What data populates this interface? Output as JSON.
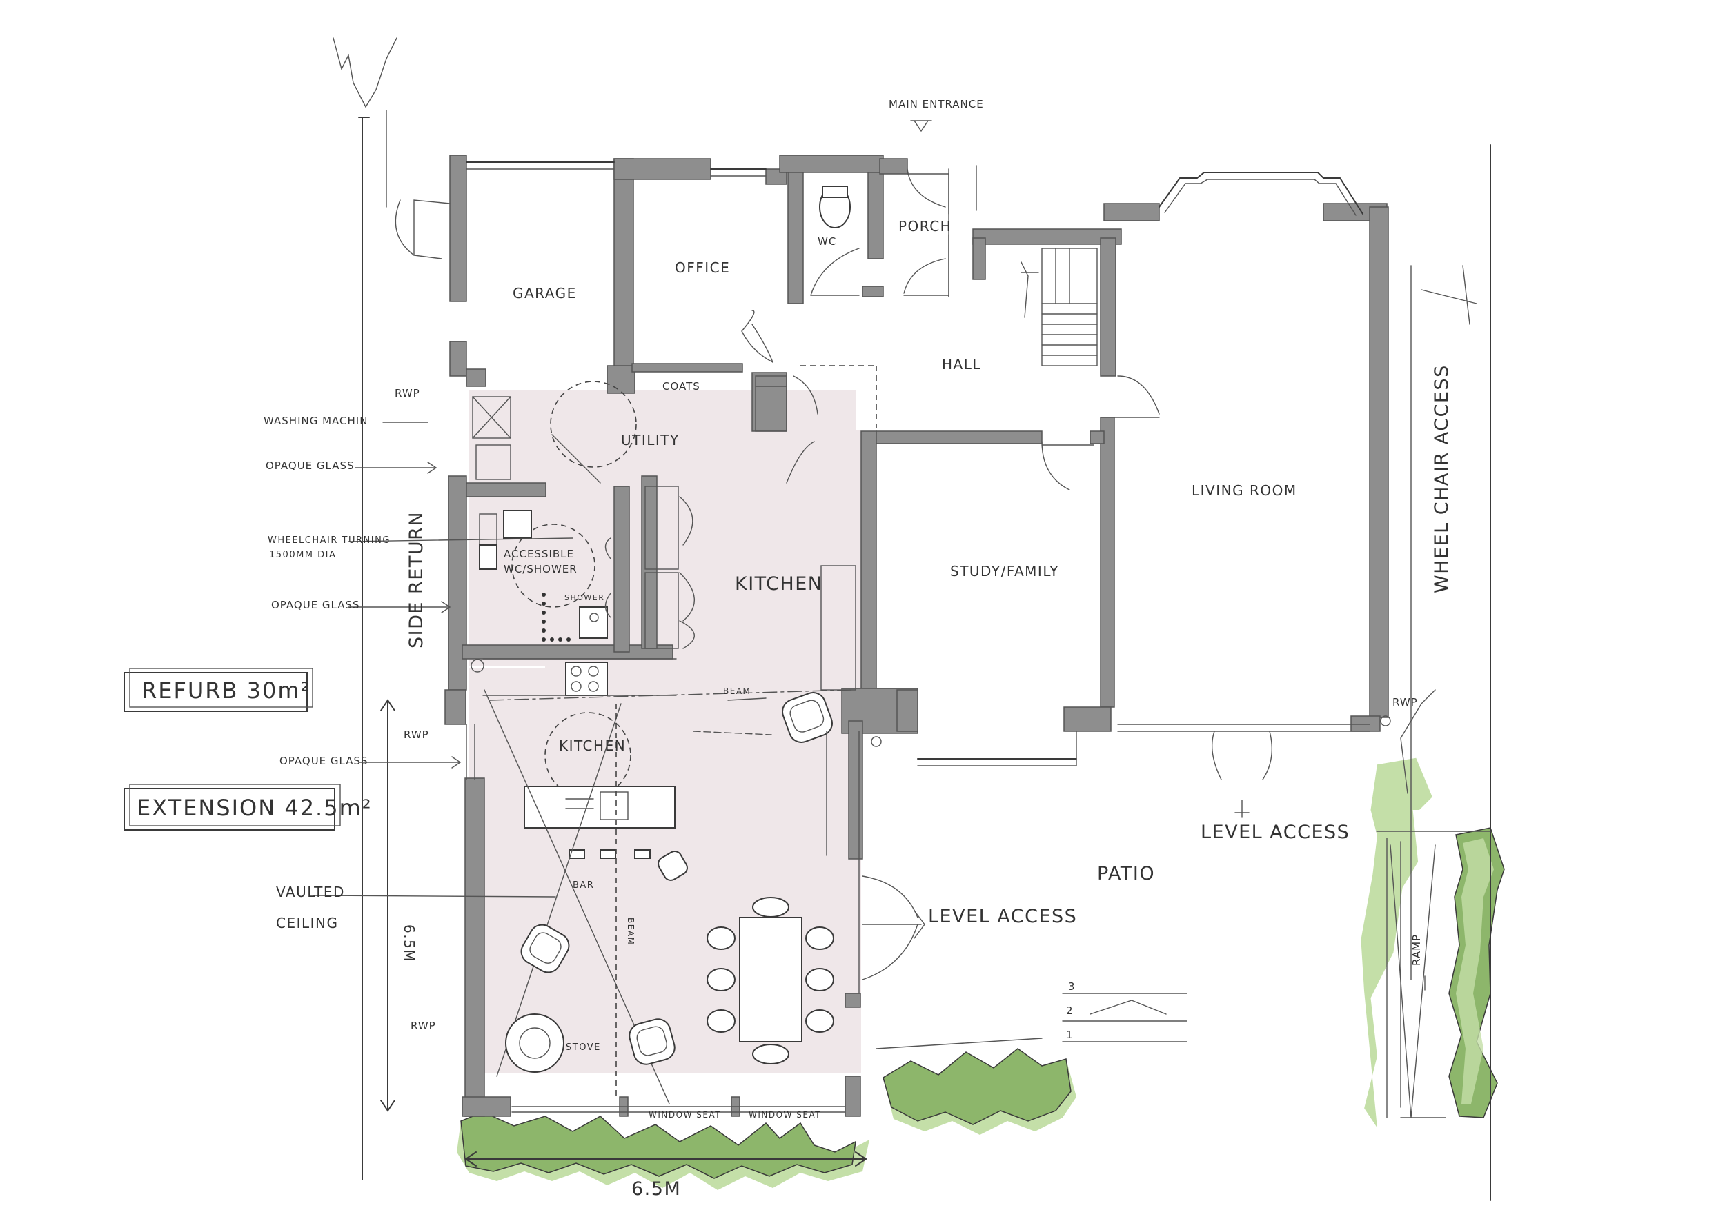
{
  "plan": {
    "accent_colors": {
      "extension_tint": "#efe7e9",
      "wall": "#8e8e8e",
      "hedge_fill": "#8db66b",
      "hedge_light": "#c4dfa8"
    },
    "rooms": {
      "garage": "GARAGE",
      "office": "OFFICE",
      "wc": "WC",
      "porch": "PORCH",
      "hall": "HALL",
      "coats": "COATS",
      "utility": "UTILITY",
      "kitchen_upper": "KITCHEN",
      "kitchen_lower": "KITCHEN",
      "accessible_wc": "ACCESSIBLE",
      "accessible_wc_2": "WC/SHOWER",
      "shower": "SHOWER",
      "study": "STUDY/FAMILY",
      "living": "LIVING ROOM",
      "patio": "PATIO"
    },
    "annotations": {
      "main_entrance": "MAIN ENTRANCE",
      "washing_machine": "WASHING MACHIN",
      "opaque_glass_1": "OPAQUE GLASS",
      "wheelchair_turning_1": "WHEELCHAIR TURNING",
      "wheelchair_turning_2": "1500MM DIA",
      "opaque_glass_2": "OPAQUE GLASS",
      "opaque_glass_3": "OPAQUE GLASS",
      "vaulted_1": "VAULTED",
      "vaulted_2": "CEILING",
      "side_return": "SIDE RETURN",
      "wheelchair_access": "WHEEL CHAIR ACCESS",
      "rwp_1": "RWP",
      "rwp_2": "RWP",
      "rwp_3": "RWP",
      "rwp_4": "RWP",
      "beam_1": "BEAM",
      "beam_2": "BEAM",
      "bar": "BAR",
      "stove": "STOVE",
      "window_seat_1": "WINDOW SEAT",
      "window_seat_2": "WINDOW SEAT",
      "level_access_1": "LEVEL ACCESS",
      "level_access_2": "LEVEL ACCESS",
      "ramp": "RAMP",
      "step_3": "3",
      "step_2": "2",
      "step_1": "1"
    },
    "dimensions": {
      "width": "6.5M",
      "depth": "6.5M"
    },
    "areas": {
      "refurb": "REFURB 30m²",
      "extension": "EXTENSION 42.5m²"
    }
  }
}
